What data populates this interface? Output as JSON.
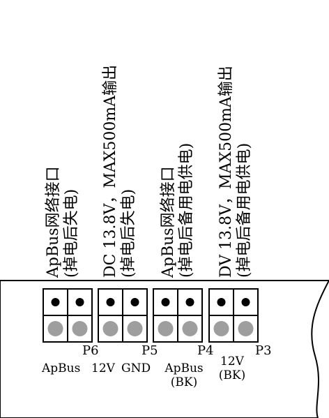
{
  "vertical_labels": [
    {
      "line1": "ApBus网络接口",
      "line2": "(掉电后失电)"
    },
    {
      "line1": "DC 13.8V，MAX500mA输出",
      "line2": "(掉电后失电)"
    },
    {
      "line1": "ApBus网络接口",
      "line2": "(掉电后备用电供电)"
    },
    {
      "line1": "DV 13.8V，MAX500mA输出",
      "line2": "(掉电后备用电供电)"
    }
  ],
  "ports": [
    "P6",
    "P5",
    "P4",
    "P3"
  ],
  "bottom_labels": {
    "p6": "ApBus",
    "p5a": "12V",
    "p5b": "GND",
    "p4_line1": "ApBus",
    "p4_line2": "(BK)",
    "p3_line1": "12V",
    "p3_line2": "(BK)"
  },
  "colors": {
    "pin_top": "#000000",
    "pin_bottom": "#9e9e9e",
    "outline": "#000000"
  }
}
